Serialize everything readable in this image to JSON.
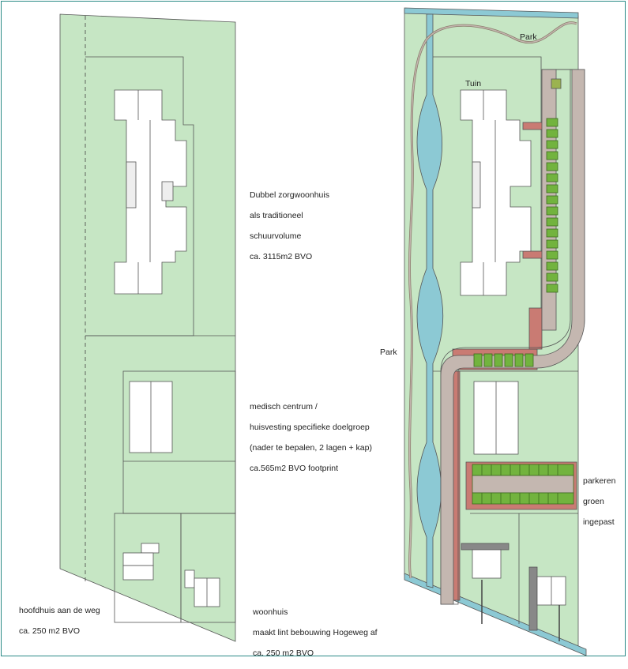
{
  "left_plan": {
    "label_care_home": [
      "Dubbel zorgwoonhuis",
      "als traditioneel",
      "schuurvolume",
      "ca. 3115m2 BVO"
    ],
    "label_medical": [
      "medisch centrum /",
      "huisvesting specifieke doelgroep",
      "(nader te bepalen, 2 lagen + kap)",
      "ca.565m2 BVO footprint"
    ],
    "label_main_house": [
      "hoofdhuis aan de weg",
      "ca. 250 m2 BVO"
    ],
    "label_house": [
      "woonhuis",
      "maakt lint bebouwing Hogeweg af",
      "ca. 250 m2 BVO"
    ]
  },
  "right_plan": {
    "label_park_top": "Park",
    "label_tuin": "Tuin",
    "label_park_left": "Park",
    "label_parking": [
      "parkeren",
      "groen",
      "ingepast"
    ]
  },
  "colors": {
    "green": "#c6e6c4",
    "water": "#8cc9d4",
    "path": "#c4b7b0",
    "red_path": "#c97b73",
    "parking_green": "#72b33e",
    "frame": "#2a8a86"
  }
}
